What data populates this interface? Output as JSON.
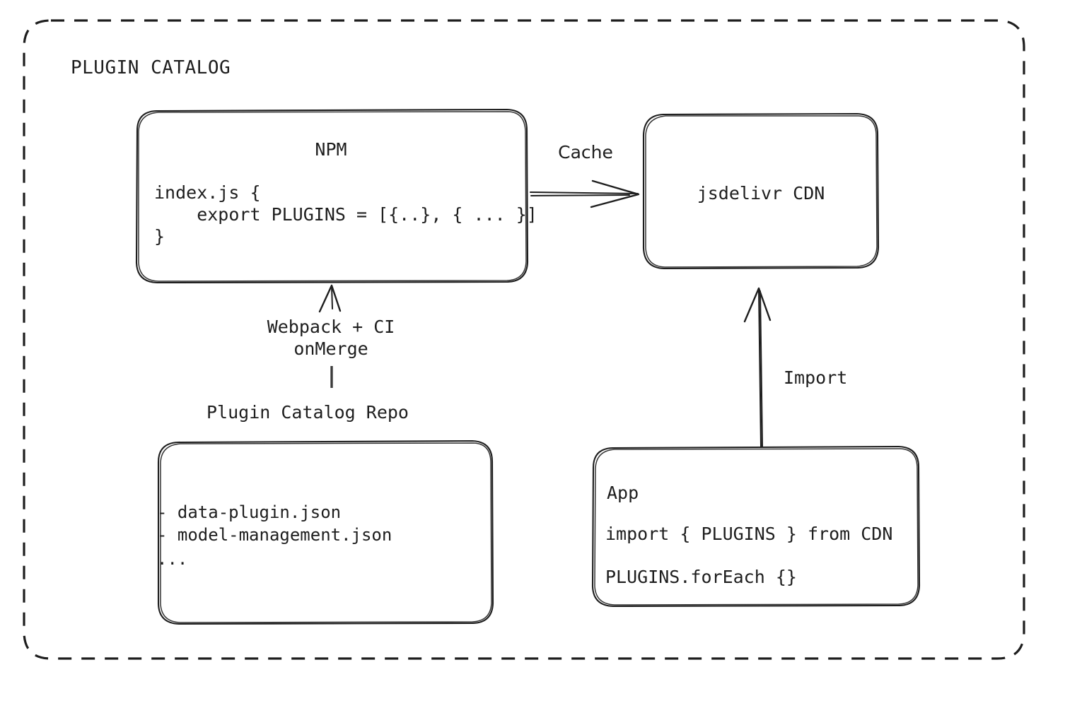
{
  "diagram": {
    "frame": {
      "title": "PLUGIN CATALOG",
      "border_style": "dashed",
      "color": "#1e1e1e"
    },
    "background": "#ffffff",
    "text_color": "#1e1e1e",
    "nodes": {
      "npm": {
        "title": "NPM",
        "code_line_1": "index.js {",
        "code_line_2": "    export PLUGINS = [{..}, { ... }]",
        "code_line_3": "}"
      },
      "cdn": {
        "label": "jsdelivr CDN"
      },
      "repo": {
        "caption": "Plugin Catalog Repo",
        "item_1": "- data-plugin.json",
        "item_2": "- model-management.json",
        "item_3": "..."
      },
      "app": {
        "title": "App",
        "code_line_1": "import { PLUGINS } from CDN",
        "code_line_2": "PLUGINS.forEach {}"
      }
    },
    "edges": {
      "npm_to_cdn": {
        "label": "Cache",
        "from": "NPM",
        "to": "jsdelivr CDN",
        "direction": "right"
      },
      "repo_to_npm": {
        "label_line_1": "Webpack + CI",
        "label_line_2": "onMerge",
        "from": "Plugin Catalog Repo",
        "to": "NPM",
        "direction": "up"
      },
      "app_to_cdn": {
        "label": "Import",
        "from": "App",
        "to": "jsdelivr CDN",
        "direction": "up"
      }
    }
  }
}
